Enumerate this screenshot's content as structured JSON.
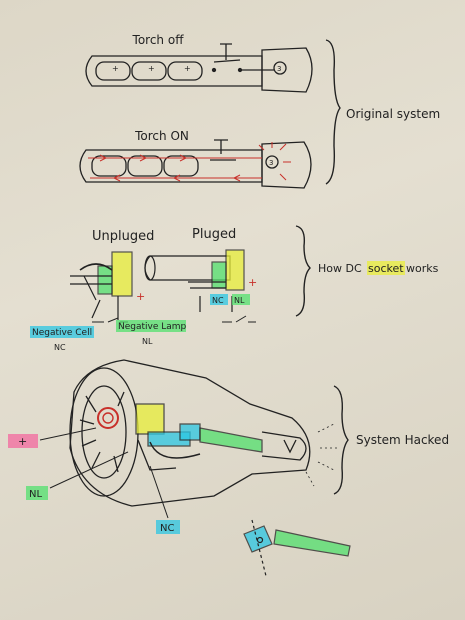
{
  "sections": {
    "original_system": {
      "brace_label": "Original system",
      "torch_off_label": "Torch off",
      "torch_on_label": "Torch ON"
    },
    "dc_socket": {
      "brace_label_prefix": "How DC ",
      "brace_label_highlight": "socket",
      "brace_label_suffix": " works",
      "unplugged_label": "Unpluged",
      "plugged_label": "Pluged",
      "plug_nc": "NC",
      "plug_nl": "NL",
      "neg_cell_label": "Negative Cell",
      "neg_cell_code": "NC",
      "neg_lamp_label": "Negative Lamp",
      "neg_lamp_code": "NL",
      "plus_sign": "+"
    },
    "hacked": {
      "brace_label": "System Hacked",
      "plus_tag": "+",
      "nl_tag": "NL",
      "nc_tag": "NC"
    }
  },
  "colors": {
    "ink": "#222222",
    "red_ink": "#c8302a",
    "yellow": "#e9ee3a",
    "green": "#52e06d",
    "cyan": "#2bc6e3",
    "pink": "#f3689d"
  }
}
